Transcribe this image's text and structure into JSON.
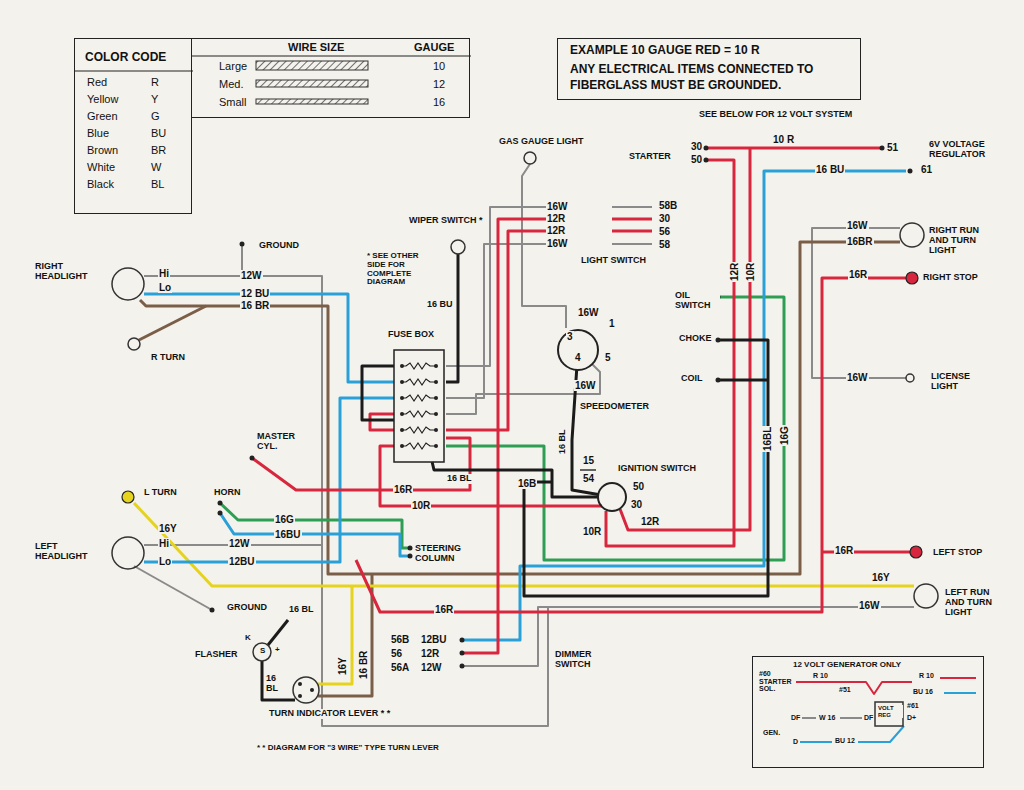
{
  "diagram": {
    "nodes": [
      {
        "text": [
          "COLOR CODE",
          "Red",
          "R",
          "Yellow",
          "Y",
          "Green",
          "G",
          "Blue",
          "BU",
          "Brown",
          "BR",
          "White",
          "W",
          "Black",
          "BL"
        ]
      },
      {
        "text": [
          "WIRE SIZE",
          "GAUGE",
          "Large",
          "10",
          "Med.",
          "12",
          "Small",
          "16"
        ]
      },
      {
        "text": [
          "EXAMPLE 10 GAUGE RED = 10 R",
          "ANY ELECTRICAL ITEMS CONNECTED TO FIBERGLASS MUST BE GROUNDED."
        ]
      },
      {
        "text": [
          "FUSE BOX"
        ]
      },
      {
        "text": [
          "SPEEDOMETER"
        ]
      },
      {
        "text": [
          "IGNITION SWITCH"
        ]
      },
      {
        "text": [
          "12 VOLT GENERATOR ONLY"
        ]
      }
    ],
    "edges": [
      {
        "from": 3,
        "to": 5,
        "arrow": "none",
        "label": "16 BL"
      },
      {
        "from": 4,
        "to": 5,
        "arrow": "none",
        "label": "16 BL"
      }
    ],
    "labels": [
      "SEE BELOW FOR 12 VOLT SYSTEM",
      "STARTER",
      "30",
      "50",
      "10 R",
      "51",
      "6V VOLTAGE REGULATOR",
      "16 BU",
      "61",
      "GAS GAUGE LIGHT",
      "16W",
      "12R",
      "12R",
      "16W",
      "58B",
      "30",
      "56",
      "58",
      "LIGHT SWITCH",
      "WIPER SWITCH *",
      "* SEE OTHER SIDE FOR COMPLETE DIAGRAM",
      "16 BU",
      "GROUND",
      "RIGHT HEADLIGHT",
      "Hi",
      "Lo",
      "12W",
      "12 BU",
      "16 BR",
      "R TURN",
      "12R",
      "10R",
      "16W",
      "16BR",
      "RIGHT RUN AND TURN LIGHT",
      "16R",
      "RIGHT STOP",
      "OIL SWITCH",
      "CHOKE",
      "COIL",
      "16W",
      "LICENSE LIGHT",
      "16BL",
      "16G",
      "16W",
      "3",
      "1",
      "4",
      "5",
      "16W",
      "15",
      "54",
      "50",
      "30",
      "16B",
      "12R",
      "10R",
      "MASTER CYL.",
      "16R",
      "10R",
      "L TURN",
      "HORN",
      "16G",
      "16BU",
      "STEERING COLUMN",
      "16Y",
      "Hi",
      "12W",
      "Lo",
      "12BU",
      "LEFT HEADLIGHT",
      "16R",
      "LEFT STOP",
      "16Y",
      "GROUND",
      "16 BL",
      "16W",
      "LEFT RUN AND TURN LIGHT",
      "16R",
      "56B",
      "12BU",
      "56",
      "12R",
      "56A",
      "12W",
      "DIMMER SWITCH",
      "FLASHER",
      "K",
      "S",
      "+",
      "16Y",
      "16 BR",
      "16 BL",
      "TURN INDICATOR LEVER * *",
      "* * DIAGRAM FOR \"3 WIRE\" TYPE TURN LEVER",
      "#60 STARTER SOL.",
      "R 10",
      "#51",
      "R 10",
      "BU 16",
      "#61",
      "VOLT REG",
      "DF",
      "D+",
      "DF",
      "W 16",
      "GEN.",
      "D",
      "BU 12"
    ]
  }
}
